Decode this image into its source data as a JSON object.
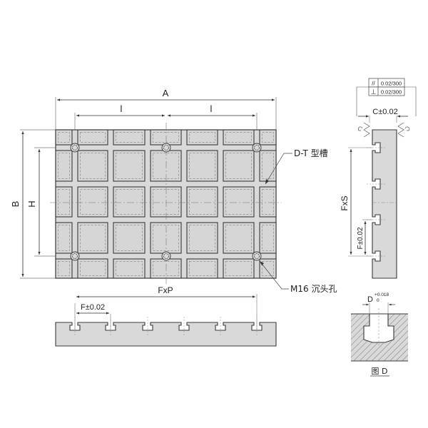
{
  "drawing": {
    "title": "T-slot plate technical drawing",
    "colors": {
      "background": "#ffffff",
      "plate_fill": "#d9d9d9",
      "outline": "#3a3a3a",
      "dim_line": "#555555",
      "dashed": "#8a8a8a",
      "text": "#222222"
    }
  },
  "top_view": {
    "dim_overall_width": "A",
    "dim_hole_spacing_left": "l",
    "dim_hole_spacing_right": "l",
    "dim_overall_height": "B",
    "dim_hole_spacing_vertical": "H",
    "callout_slot": "D-T 型槽",
    "callout_hole": "M16 沉头孔",
    "slot_columns": 6,
    "slot_rows": 4,
    "counterbore_holes": 6
  },
  "front_view": {
    "dim_total_slot_span": "FxP",
    "dim_slot_pitch": "F±0.02",
    "slot_count": 6
  },
  "side_view": {
    "tolerance_frame": [
      {
        "symbol": "//",
        "value": "0.02/300"
      },
      {
        "symbol": "⊥",
        "value": "0.02/300"
      }
    ],
    "dim_thickness": "C±0.02",
    "dim_total_slot_span": "FxS",
    "dim_slot_pitch": "F±0.02",
    "slot_count": 4
  },
  "detail_view": {
    "dim_slot_width": "D",
    "tolerance_upper": "+0.018",
    "tolerance_lower": "0",
    "caption": "图 D"
  }
}
